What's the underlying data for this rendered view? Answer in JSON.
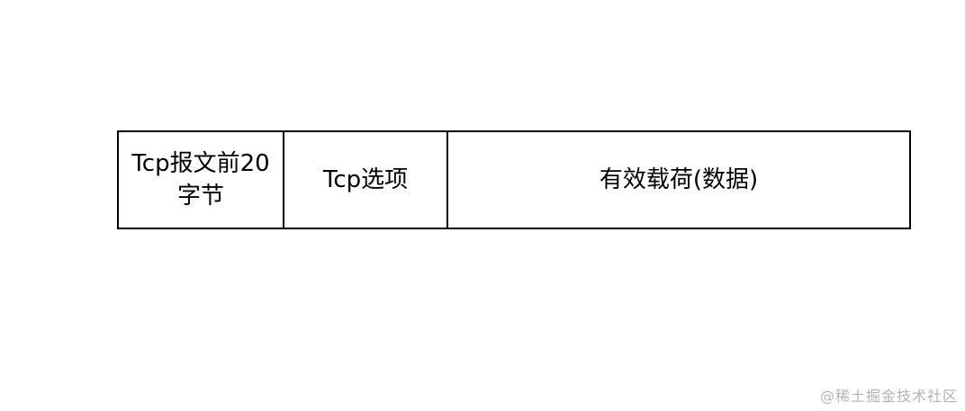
{
  "diagram": {
    "segments": [
      {
        "label": "Tcp报文前20字节"
      },
      {
        "label": "Tcp选项"
      },
      {
        "label": "有效载荷(数据)"
      }
    ]
  },
  "watermark": "@稀土掘金技术社区"
}
